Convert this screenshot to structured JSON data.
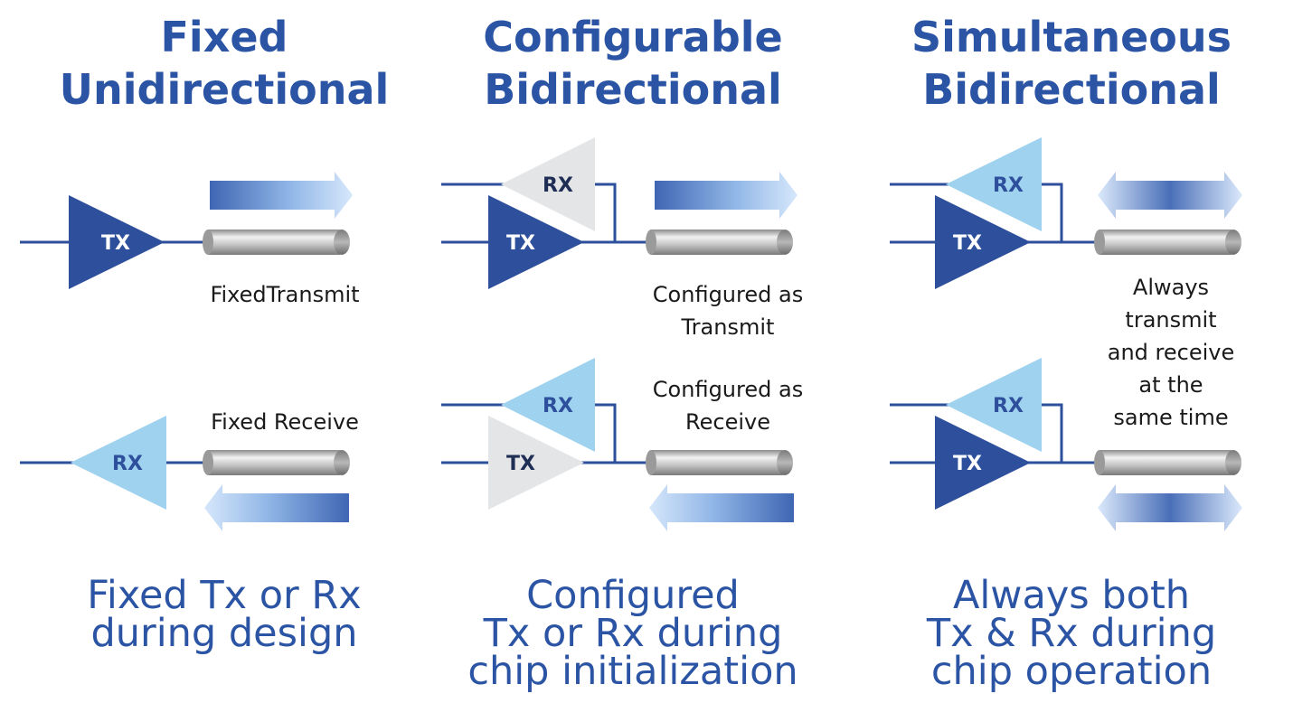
{
  "columns": [
    {
      "title": [
        "Fixed",
        "Unidirectional"
      ],
      "footer": [
        "Fixed Tx or Rx",
        "during design"
      ],
      "top_caption": [
        "FixedTransmit"
      ],
      "bottom_caption": [
        "Fixed Receive"
      ]
    },
    {
      "title": [
        "Configurable",
        "Bidirectional"
      ],
      "footer": [
        "Configured",
        "Tx or Rx during",
        "chip initialization"
      ],
      "top_caption": [
        "Configured as",
        "Transmit"
      ],
      "bottom_caption": [
        "Configured as",
        "Receive"
      ]
    },
    {
      "title": [
        "Simultaneous",
        "Bidirectional"
      ],
      "footer": [
        "Always both",
        "Tx & Rx during",
        "chip operation"
      ],
      "middle_caption": [
        "Always",
        "transmit",
        "and receive",
        "at the",
        "same time"
      ]
    }
  ],
  "labels": {
    "tx": "TX",
    "rx": "RX"
  },
  "colors": {
    "heading": "#2b55a4",
    "dark_blue": "#2e4f9c",
    "light_blue": "#9fd2ee",
    "inactive_gray": "#e4e5e7",
    "line": "#2e4f9c"
  }
}
